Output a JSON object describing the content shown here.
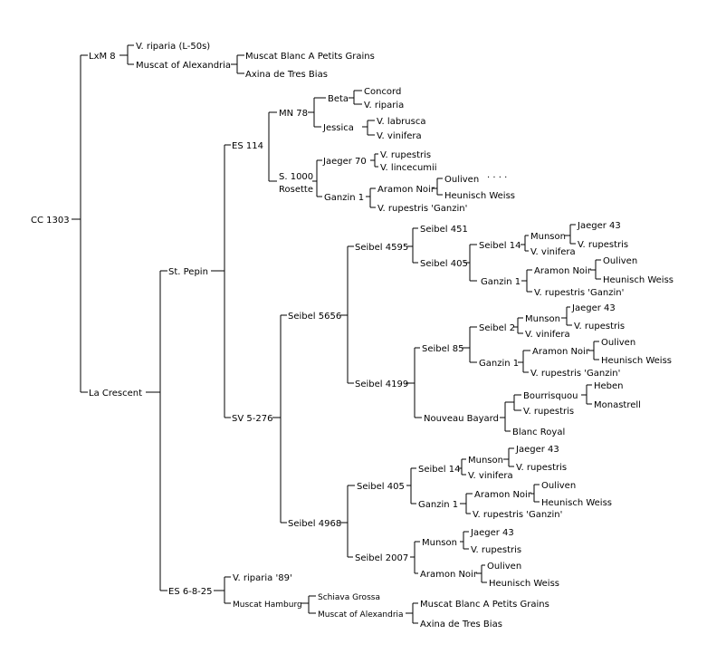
{
  "colors": {
    "background": "#ffffff",
    "ink": "#000000"
  },
  "nodes": {
    "n1": "CC 1303",
    "n2": "LxM 8",
    "n3": "V. riparia (L-50s)",
    "n4": "Muscat of Alexandria",
    "n5": "Muscat Blanc A Petits Grains",
    "n6": "Axina de Tres Bias",
    "n7": "La Crescent",
    "n8": "St. Pepin",
    "n9": "ES 114",
    "n10": "MN 78",
    "n11": "Beta",
    "n12": "Concord",
    "n13": "V. riparia",
    "n14": "Jessica",
    "n15": "V. labrusca",
    "n16": "V. vinifera",
    "n17": "S. 1000",
    "n17b": "Rosette",
    "n18": "Jaeger 70",
    "n19": "V. rupestris",
    "n20": "V. lincecumii",
    "n21": "Ganzin 1",
    "n22": "Aramon Noir",
    "n23": "Ouliven",
    "n23b": ". . . .",
    "n24": "Heunisch Weiss",
    "n25": "V. rupestris 'Ganzin'",
    "n26": "SV 5-276",
    "n27": "Seibel 5656",
    "n28": "Seibel 4595",
    "n29": "Seibel 451",
    "n30": "Seibel 405",
    "n31": "Seibel 14",
    "n32": "Munson",
    "n33": "Jaeger 43",
    "n34": "V. rupestris",
    "n35": "V. vinifera",
    "n36": "Ganzin 1",
    "n37": "Aramon Noir",
    "n38": "Ouliven",
    "n39": "Heunisch Weiss",
    "n40": "V. rupestris 'Ganzin'",
    "n41": "Seibel 4199",
    "n42": "Seibel 85",
    "n43": "Seibel 2",
    "n44": "Munson",
    "n45": "Jaeger 43",
    "n46": "V. rupestris",
    "n47": "V. vinifera",
    "n48": "Ganzin 1",
    "n49": "Aramon Noir",
    "n50": "Ouliven",
    "n51": "Heunisch Weiss",
    "n52": "V. rupestris 'Ganzin'",
    "n53": "Nouveau Bayard",
    "n54": "Bourrisquou",
    "n55": "Heben",
    "n56": "Monastrell",
    "n57": "V. rupestris",
    "n58": "Blanc Royal",
    "n59": "Seibel 4968",
    "n60": "Seibel 405",
    "n61": "Seibel 14",
    "n62": "Munson",
    "n63": "Jaeger 43",
    "n64": "V. rupestris",
    "n65": "V. vinifera",
    "n66": "Ganzin 1",
    "n67": "Aramon Noir",
    "n68": "Ouliven",
    "n69": "Heunisch Weiss",
    "n70": "V. rupestris 'Ganzin'",
    "n71": "Seibel 2007",
    "n72": "Munson",
    "n73": "Jaeger 43",
    "n74": "V. rupestris",
    "n75": "Aramon Noir",
    "n76": "Ouliven",
    "n77": "Heunisch Weiss",
    "n78": "ES 6-8-25",
    "n79": "V. riparia '89'",
    "n80": "Muscat Hamburg",
    "n81": "Schiava Grossa",
    "n82": "Muscat of Alexandria",
    "n83": "Muscat Blanc A Petits Grains",
    "n84": "Axina de Tres Bias"
  }
}
